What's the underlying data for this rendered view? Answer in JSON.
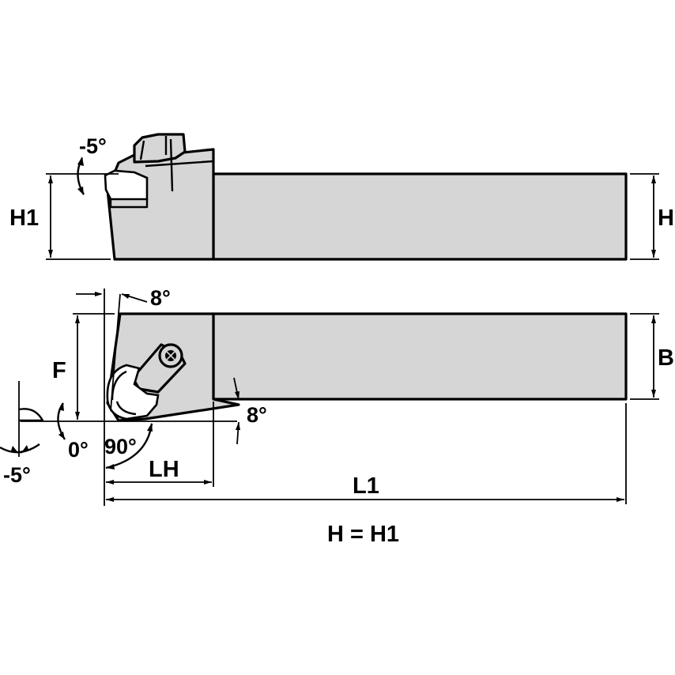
{
  "diagram": {
    "type": "technical-drawing",
    "subject": "turning tool holder",
    "colors": {
      "background": "#ffffff",
      "body_fill": "#d6d6d6",
      "line": "#000000"
    }
  },
  "side_view": {
    "labels": {
      "h1": "H1",
      "h": "H"
    },
    "angles": {
      "top_rake": "-5°"
    }
  },
  "top_view": {
    "labels": {
      "f": "F",
      "b": "B",
      "lh": "LH",
      "l1": "L1"
    },
    "angles": {
      "clearance_top": "8°",
      "clearance_side": "8°",
      "lead_0": "0°",
      "lead_90": "90°",
      "incl_minus5": "-5°"
    }
  },
  "note": "H = H1"
}
